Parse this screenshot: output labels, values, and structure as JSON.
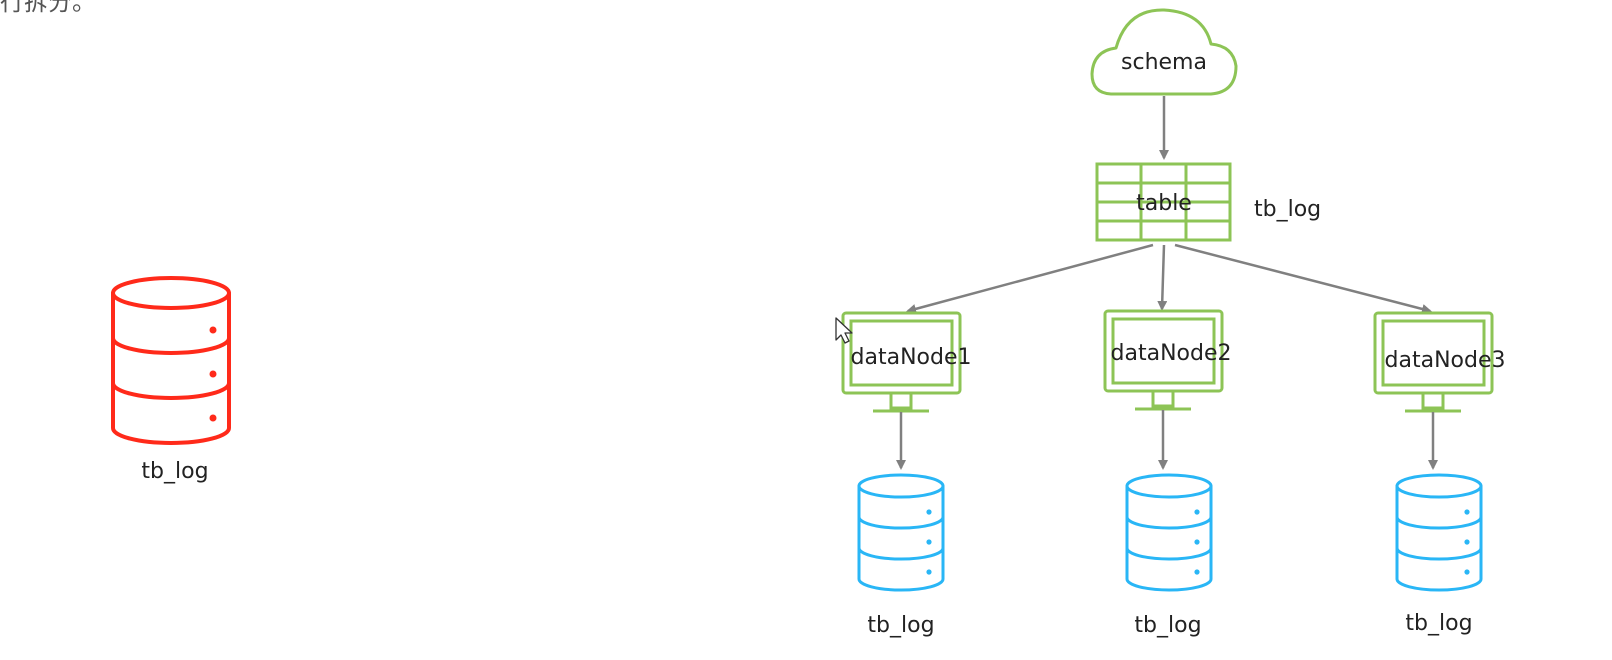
{
  "top_text": "行拆分。",
  "source_db": {
    "label": "tb_log"
  },
  "schema": {
    "label": "schema"
  },
  "table": {
    "label": "table",
    "side_label": "tb_log"
  },
  "data_nodes": [
    {
      "label": "dataNode1",
      "db_label": "tb_log"
    },
    {
      "label": "dataNode2",
      "db_label": "tb_log"
    },
    {
      "label": "dataNode3",
      "db_label": "tb_log"
    }
  ],
  "colors": {
    "source_db": "#ff2a1a",
    "node_green": "#8dc456",
    "target_db": "#29b6f6",
    "arrow": "#808080"
  }
}
